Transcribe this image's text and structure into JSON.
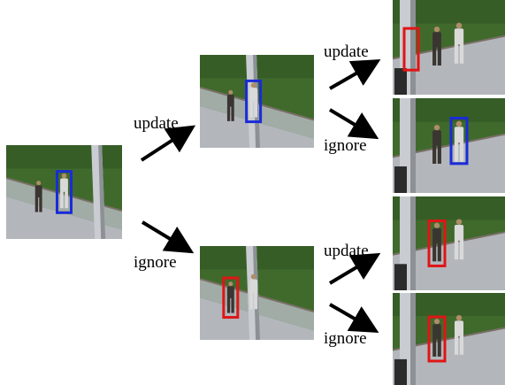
{
  "labels": {
    "level1_top": "update",
    "level1_bottom": "ignore",
    "level2_top_update": "update",
    "level2_top_ignore": "ignore",
    "level2_bottom_update": "update",
    "level2_bottom_ignore": "ignore"
  },
  "colors": {
    "grass": "#3f6a2c",
    "grass_dark": "#2e5020",
    "pavement": "#b3b7bc",
    "curb": "#7a6f66",
    "pole": "#c9ccd0",
    "pole_shadow": "#8d9196",
    "person_light": "#d9d9d9",
    "person_dark": "#3b3532",
    "skin": "#b08c6a",
    "box_blue": "#1a2bd6",
    "box_red": "#e01515",
    "arrow": "#000000"
  },
  "frames": [
    {
      "id": "root",
      "box": "blue",
      "target": "white-shirt"
    },
    {
      "id": "top",
      "box": "blue",
      "target": "white-shirt"
    },
    {
      "id": "bottom",
      "box": "red",
      "target": "dark-shirt"
    },
    {
      "id": "top-update",
      "box": "red",
      "target": "pole"
    },
    {
      "id": "top-ignore",
      "box": "blue",
      "target": "white-shirt"
    },
    {
      "id": "bottom-update",
      "box": "red",
      "target": "dark-shirt"
    },
    {
      "id": "bottom-ignore",
      "box": "red",
      "target": "dark-shirt"
    }
  ]
}
